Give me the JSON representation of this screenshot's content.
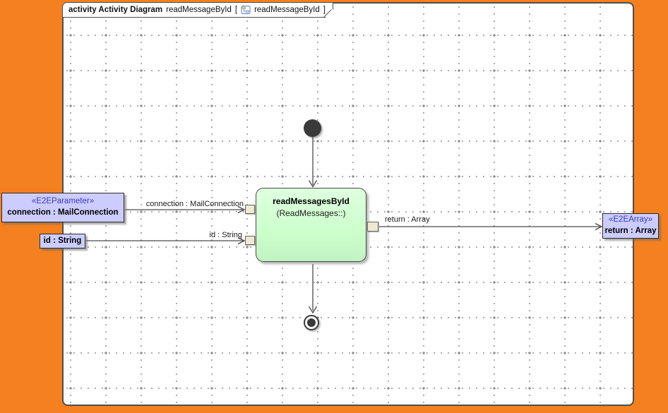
{
  "colors": {
    "orange_background": "#F5801F",
    "frame_border": "#4E4E4E",
    "edge_color": "#4A4A4A",
    "activity_fill": "#CCFFCC",
    "object_fill": "#CCCCFF",
    "stereotype_color": "#3B3BC0",
    "pin_fill": "#EDE9D2"
  },
  "frame_header": {
    "kind": "activity Activity Diagram",
    "diagram_name": "readMessageById",
    "open_bracket": "[",
    "context_name": "readMessageById",
    "close_bracket": "]",
    "icon": "activity-diagram-icon"
  },
  "nodes": {
    "initial": {
      "type": "initial-node"
    },
    "final": {
      "type": "activity-final-node"
    },
    "activity": {
      "name": "readMessagesById",
      "subtitle": "(ReadMessages::)"
    },
    "param_connection": {
      "stereotype": "«E2EParameter»",
      "name": "connection : MailConnection"
    },
    "param_id": {
      "name": "id : String"
    },
    "result_array": {
      "stereotype": "«E2EArray»",
      "name": "return : Array"
    }
  },
  "edges": [
    {
      "id": "connection-flow",
      "label": "connection : MailConnection"
    },
    {
      "id": "id-flow",
      "label": "id : String"
    },
    {
      "id": "return-flow",
      "label": "return : Array"
    }
  ]
}
